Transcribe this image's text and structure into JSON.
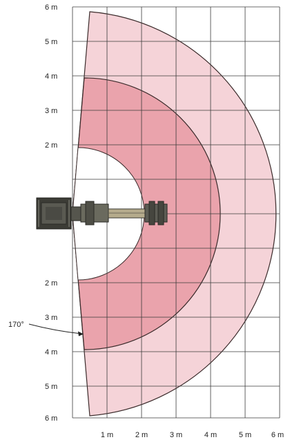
{
  "diagram": {
    "y_axis_labels": [
      "6 m",
      "5 m",
      "4 m",
      "3 m",
      "2 m",
      "2 m",
      "3 m",
      "4 m",
      "5 m",
      "6 m"
    ],
    "x_axis_labels": [
      "1 m",
      "2 m",
      "3 m",
      "4 m",
      "5 m",
      "6 m"
    ],
    "angle_annotation": "170°",
    "colors": {
      "outer_zone": "#f5d3d8",
      "inner_zone": "#eaa3ac",
      "grid": "#3a3a3a",
      "outline": "#3a2a2a",
      "machine": "#4a4a44"
    },
    "icons": {
      "machine": "machine-top-view-icon"
    }
  }
}
